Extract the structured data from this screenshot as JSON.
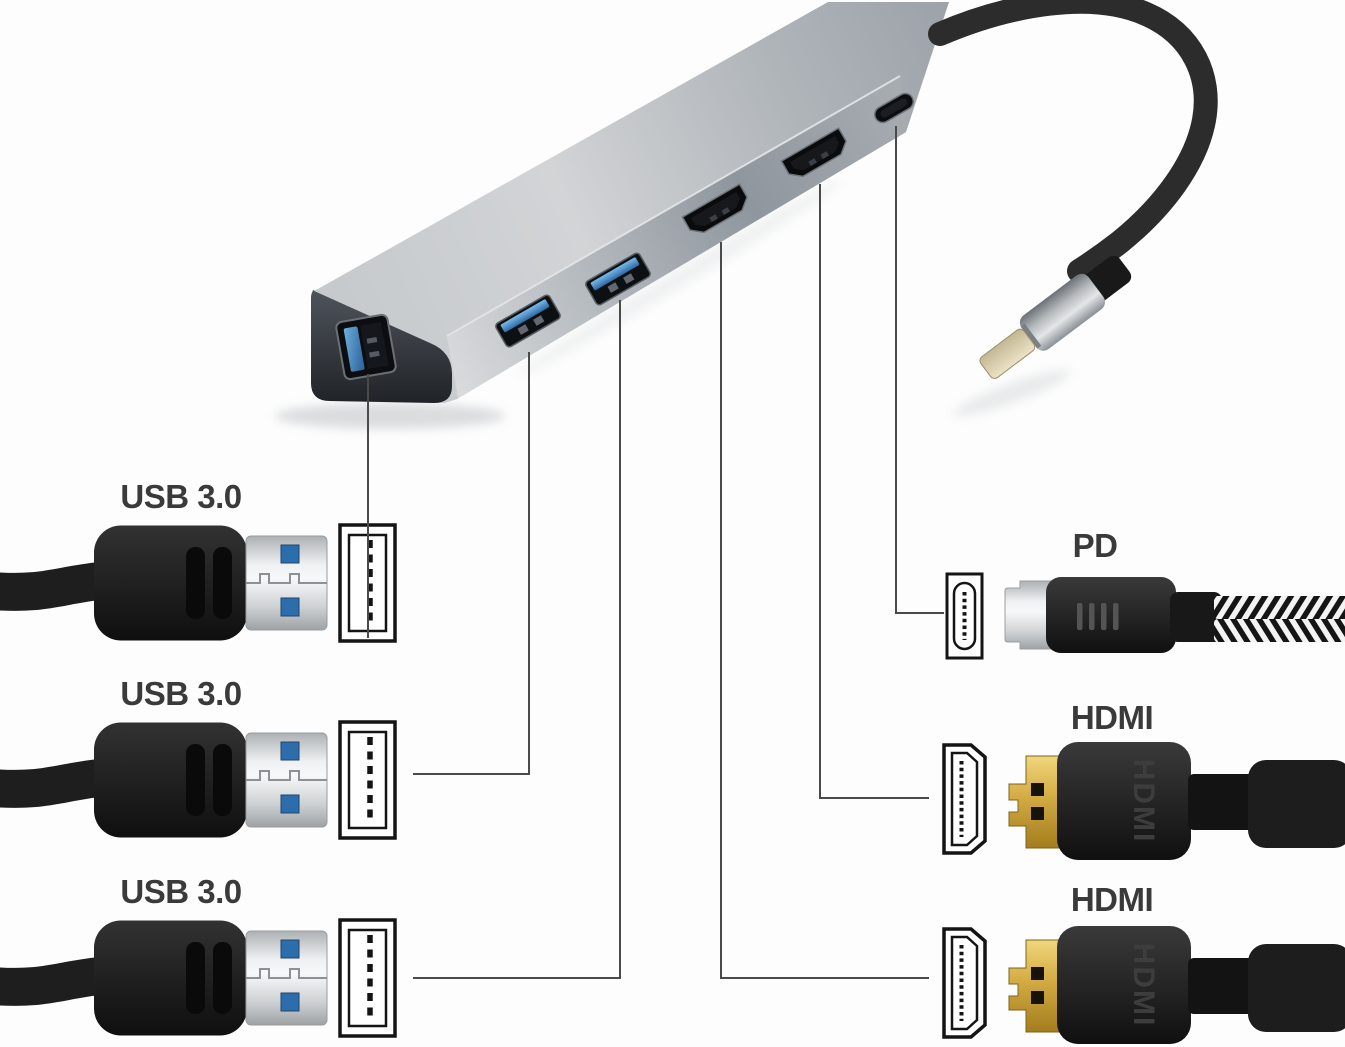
{
  "scene": {
    "description": "USB Type-C multiport hub adapter photographed diagonally with callout lines mapping each hub port to a matching connector illustration"
  },
  "hub": {
    "ports": [
      {
        "icon": "usb-a-port-icon",
        "position": "left-end"
      },
      {
        "icon": "usb-a-port-icon",
        "position": "front-1"
      },
      {
        "icon": "usb-a-port-icon",
        "position": "front-2"
      },
      {
        "icon": "hdmi-port-icon",
        "position": "front-3"
      },
      {
        "icon": "hdmi-port-icon",
        "position": "front-4"
      },
      {
        "icon": "usb-c-port-icon",
        "position": "front-5"
      },
      {
        "icon": "usb-c-cable-plug-icon",
        "position": "attached-cable"
      }
    ]
  },
  "callouts": {
    "usb1": {
      "label": "USB 3.0"
    },
    "usb2": {
      "label": "USB 3.0"
    },
    "usb3": {
      "label": "USB 3.0"
    },
    "pd": {
      "label": "PD"
    },
    "hdmi1": {
      "label": "HDMI"
    },
    "hdmi2": {
      "label": "HDMI"
    }
  },
  "emboss": {
    "hdmi1": "HDMI",
    "hdmi2": "HDMI"
  },
  "colors": {
    "background": "#fdfdfd",
    "hub_silver_light": "#d2d4d6",
    "hub_silver_dark": "#9aa0a7",
    "hub_end_cap": "#2e3238",
    "usb_port_blue": "#3f83c4",
    "cable_black": "#222222",
    "plug_silver": "#e9ebec",
    "usb_pin_blue": "#2e6dab",
    "hdmi_gold": "#d3ab43",
    "usb_c_tip_gold": "#cdbf9a",
    "label_text": "#3a3a3a",
    "callout_line": "#4a4a4a",
    "icon_outline": "#141414"
  }
}
